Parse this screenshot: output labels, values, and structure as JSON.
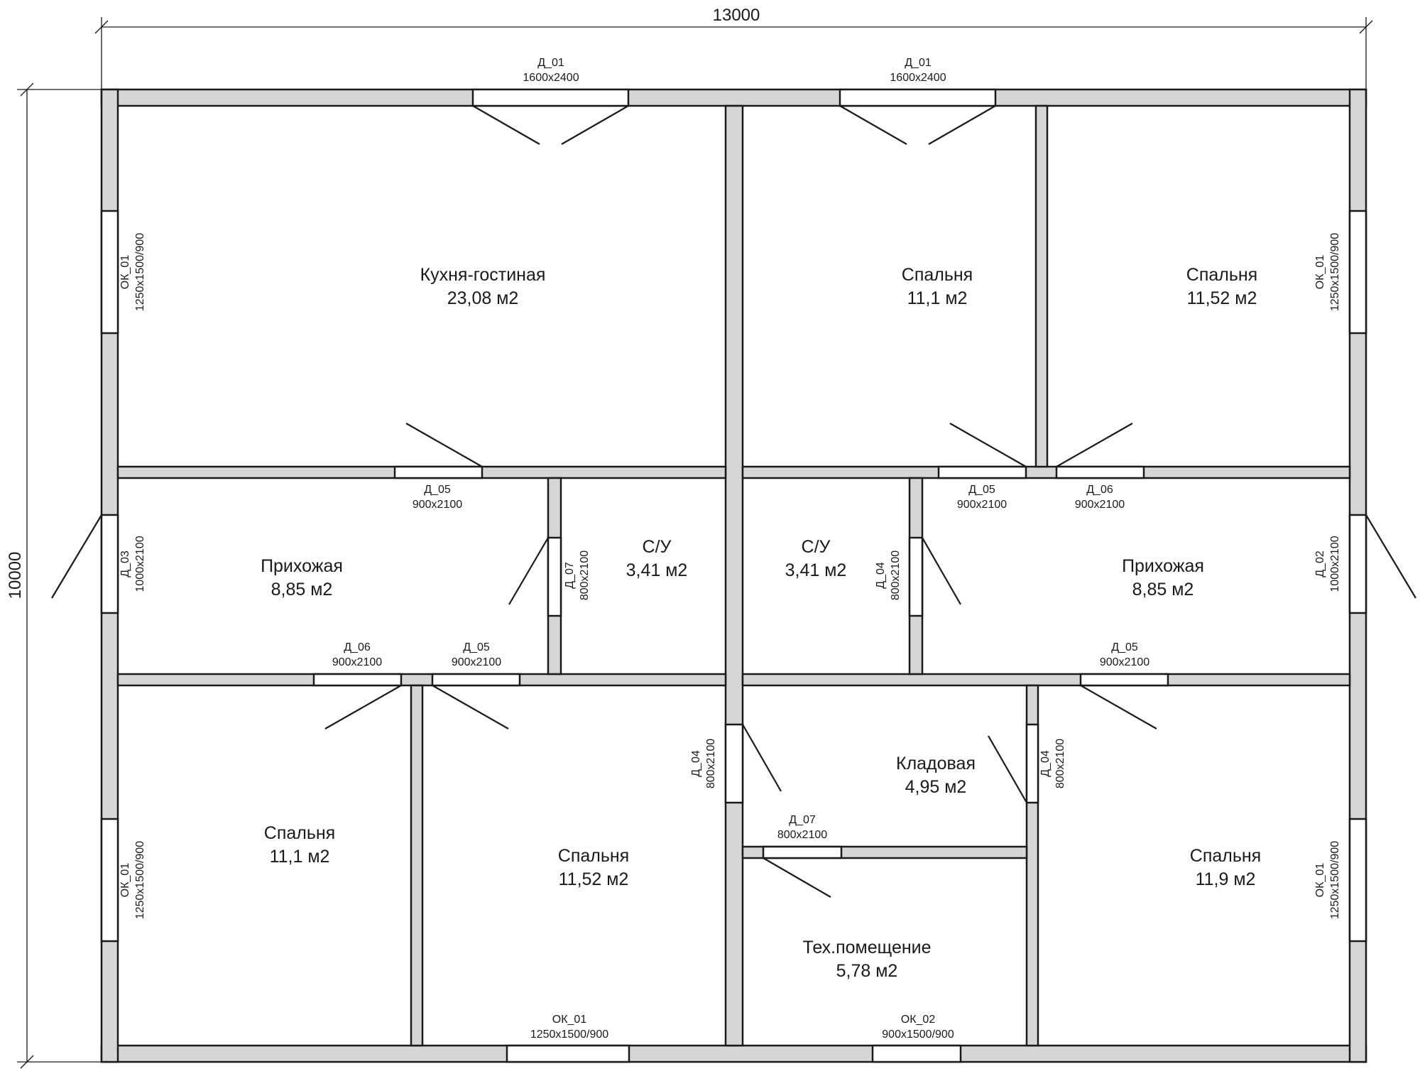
{
  "dimensions": {
    "width": "13000",
    "height": "10000"
  },
  "rooms": [
    {
      "name": "Кухня-гостиная",
      "area": "23,08 м2"
    },
    {
      "name": "Спальня",
      "area": "11,1 м2"
    },
    {
      "name": "Спальня",
      "area": "11,52 м2"
    },
    {
      "name": "Прихожая",
      "area": "8,85 м2"
    },
    {
      "name": "С/У",
      "area": "3,41 м2"
    },
    {
      "name": "С/У",
      "area": "3,41 м2"
    },
    {
      "name": "Прихожая",
      "area": "8,85 м2"
    },
    {
      "name": "Кладовая",
      "area": "4,95 м2"
    },
    {
      "name": "Спальня",
      "area": "11,1 м2"
    },
    {
      "name": "Спальня",
      "area": "11,52 м2"
    },
    {
      "name": "Тех.помещение",
      "area": "5,78 м2"
    },
    {
      "name": "Спальня",
      "area": "11,9 м2"
    }
  ],
  "openings": [
    {
      "code": "Д_01",
      "size": "1600х2400"
    },
    {
      "code": "Д_01",
      "size": "1600х2400"
    },
    {
      "code": "ОК_01",
      "size": "1250х1500/900"
    },
    {
      "code": "ОК_01",
      "size": "1250х1500/900"
    },
    {
      "code": "Д_05",
      "size": "900х2100"
    },
    {
      "code": "Д_05",
      "size": "900х2100"
    },
    {
      "code": "Д_06",
      "size": "900х2100"
    },
    {
      "code": "Д_03",
      "size": "1000х2100"
    },
    {
      "code": "Д_07",
      "size": "800х2100"
    },
    {
      "code": "Д_04",
      "size": "800х2100"
    },
    {
      "code": "Д_02",
      "size": "1000х2100"
    },
    {
      "code": "Д_06",
      "size": "900х2100"
    },
    {
      "code": "Д_05",
      "size": "900х2100"
    },
    {
      "code": "Д_05",
      "size": "900х2100"
    },
    {
      "code": "Д_04",
      "size": "800х2100"
    },
    {
      "code": "Д_04",
      "size": "800х2100"
    },
    {
      "code": "Д_07",
      "size": "800х2100"
    },
    {
      "code": "ОК_01",
      "size": "1250х1500/900"
    },
    {
      "code": "ОК_01",
      "size": "1250х1500/900"
    },
    {
      "code": "ОК_01",
      "size": "1250х1500/900"
    },
    {
      "code": "ОК_02",
      "size": "900х1500/900"
    }
  ]
}
